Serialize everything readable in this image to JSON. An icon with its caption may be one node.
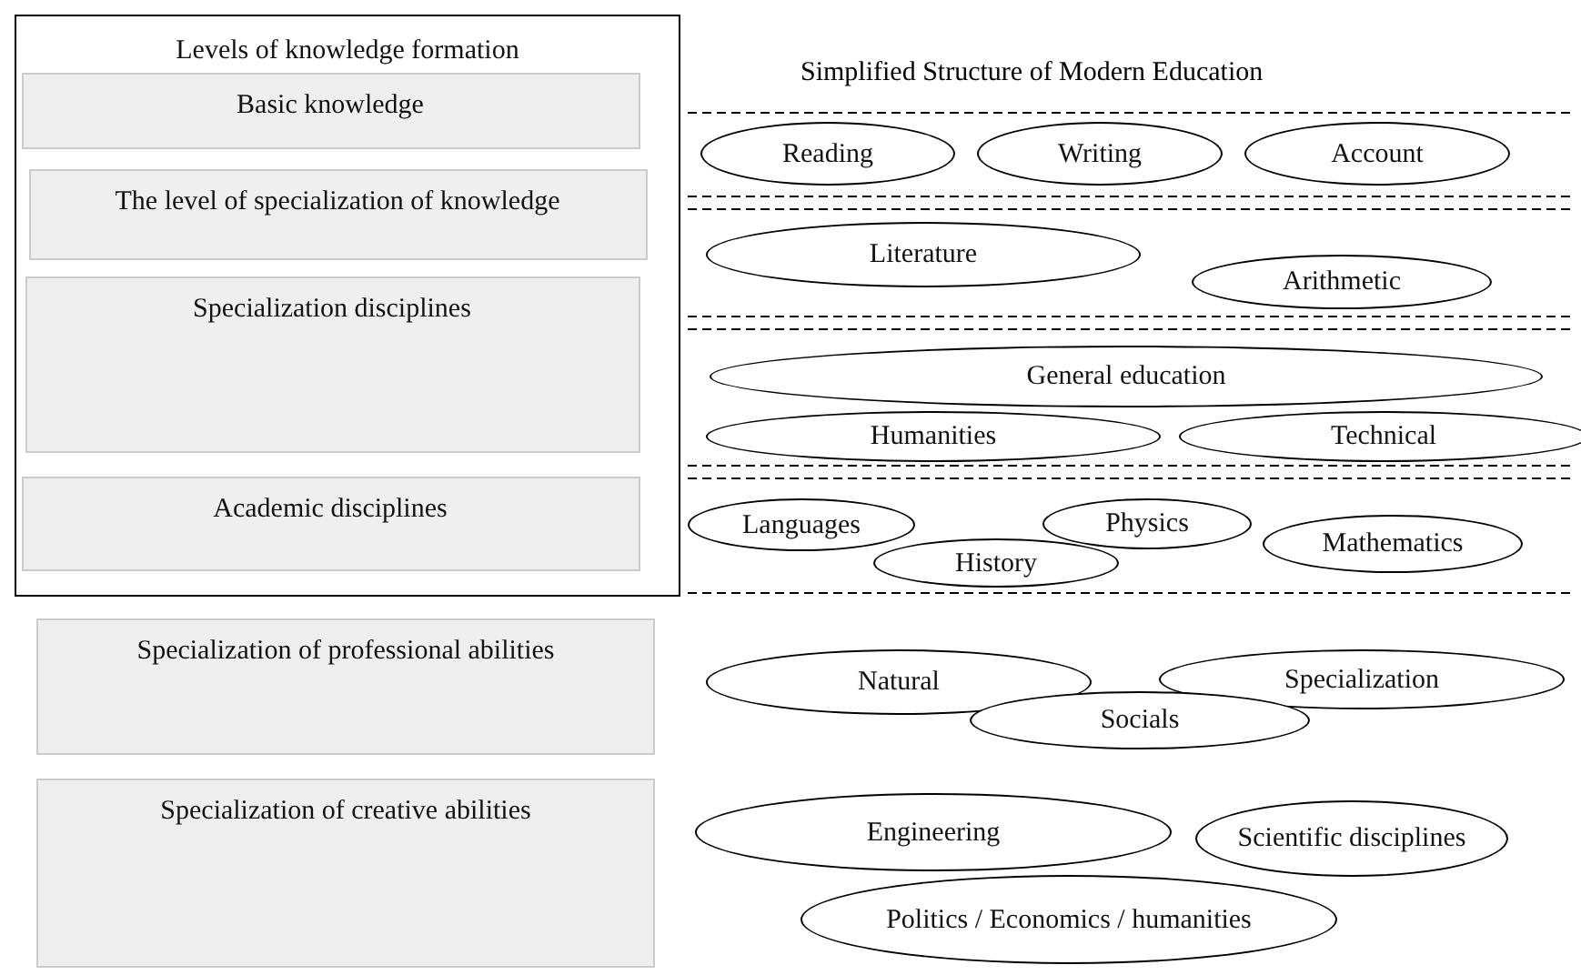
{
  "diagram": {
    "nodes": [
      {
        "text": [
          "Levels of knowledge formation"
        ]
      },
      {
        "text": [
          "Basic knowledge"
        ],
        "in": 0
      },
      {
        "text": [
          "The level of specialization of knowledge"
        ],
        "in": 0
      },
      {
        "text": [
          "Specialization disciplines"
        ],
        "in": 0
      },
      {
        "text": [
          "Academic disciplines"
        ],
        "in": 0
      },
      {
        "text": [
          "Specialization of professional abilities"
        ]
      },
      {
        "text": [
          "Specialization of creative abilities"
        ]
      },
      {
        "text": [
          "Reading"
        ]
      },
      {
        "text": [
          "Writing"
        ]
      },
      {
        "text": [
          "Account"
        ]
      },
      {
        "text": [
          "Literature"
        ]
      },
      {
        "text": [
          "Arithmetic"
        ]
      },
      {
        "text": [
          "General education"
        ]
      },
      {
        "text": [
          "Humanities"
        ]
      },
      {
        "text": [
          "Technical"
        ]
      },
      {
        "text": [
          "Languages"
        ]
      },
      {
        "text": [
          "Physics"
        ]
      },
      {
        "text": [
          "History"
        ]
      },
      {
        "text": [
          "Mathematics"
        ]
      },
      {
        "text": [
          "Natural"
        ]
      },
      {
        "text": [
          "Specialization"
        ]
      },
      {
        "text": [
          "Socials"
        ]
      },
      {
        "text": [
          "Engineering"
        ]
      },
      {
        "text": [
          "Scientific disciplines"
        ]
      },
      {
        "text": [
          "Politics / Economics / humanities"
        ]
      }
    ],
    "labels": [
      "Simplified Structure of Modern Education"
    ]
  }
}
